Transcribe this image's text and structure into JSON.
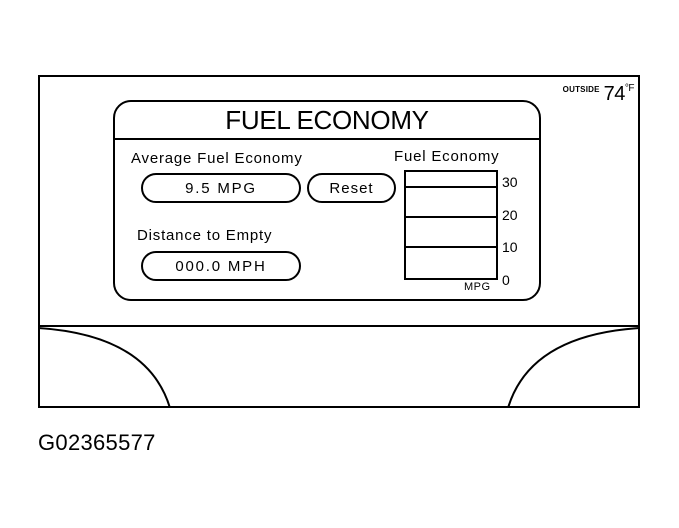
{
  "display": {
    "outside_label": "OUTSIDE",
    "outside_temp": "74",
    "outside_unit": "°F"
  },
  "panel": {
    "title": "FUEL ECONOMY",
    "avg_label": "Average Fuel Economy",
    "avg_value": "9.5 MPG",
    "reset_label": "Reset",
    "dte_label": "Distance to Empty",
    "dte_value": "000.0 MPH"
  },
  "gauge": {
    "title": "Fuel Economy",
    "unit": "MPG",
    "ticks": [
      "30",
      "20",
      "10",
      "0"
    ]
  },
  "figure_id": "G02365577"
}
